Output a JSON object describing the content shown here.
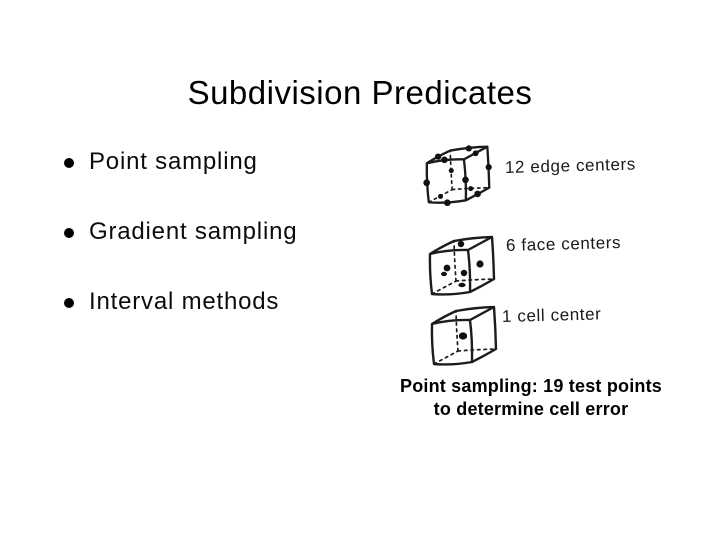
{
  "slide": {
    "title": "Subdivision Predicates",
    "bullets": [
      {
        "label": "Point sampling"
      },
      {
        "label": "Gradient sampling"
      },
      {
        "label": "Interval methods"
      }
    ],
    "figures": [
      {
        "icon": "cube-edge-centers-icon",
        "label": "12 edge centers",
        "dot_count": 12
      },
      {
        "icon": "cube-face-centers-icon",
        "label": "6 face centers",
        "dot_count": 6
      },
      {
        "icon": "cube-cell-center-icon",
        "label": "1 cell center",
        "dot_count": 1
      }
    ],
    "caption": {
      "line1": "Point sampling: 19 test points",
      "line2": "to determine cell error"
    },
    "colors": {
      "background": "#ffffff",
      "text": "#000000",
      "ink": "#1c1c1c"
    }
  }
}
